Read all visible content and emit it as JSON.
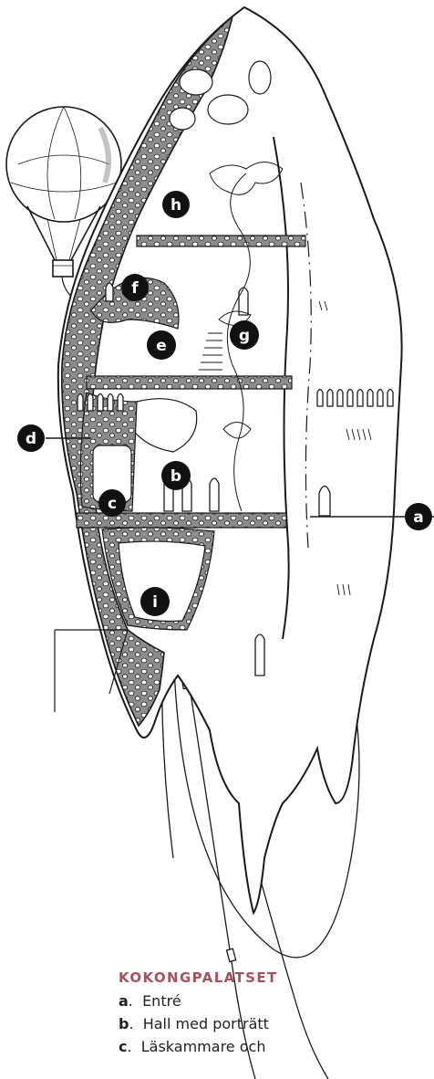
{
  "legend": {
    "title": "KOKONGPALATSET",
    "items": [
      {
        "key": "a",
        "text": "Entré"
      },
      {
        "key": "b",
        "text": "Hall med porträtt"
      },
      {
        "key": "c",
        "text": "Läskammare och"
      }
    ]
  },
  "markers": [
    "a",
    "b",
    "c",
    "d",
    "e",
    "f",
    "g",
    "h",
    "i"
  ],
  "colors": {
    "ink": "#1a1a1a",
    "wall_fill": "#8c8c8c",
    "legend_title": "#a5535b",
    "marker_fill": "#111111"
  }
}
